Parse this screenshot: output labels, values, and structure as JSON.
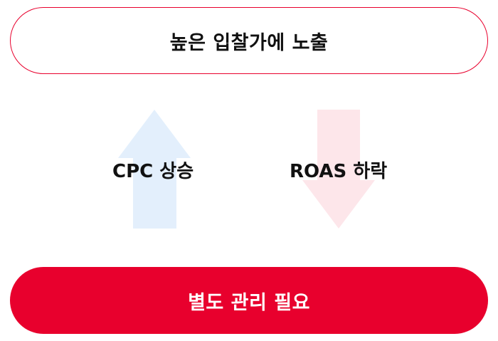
{
  "top_box": {
    "label": "높은 입찰가에 노출"
  },
  "left_indicator": {
    "label": "CPC 상승",
    "direction": "up",
    "arrow_color": "#e3effc"
  },
  "right_indicator": {
    "label": "ROAS 하락",
    "direction": "down",
    "arrow_color": "#fde6ea"
  },
  "bottom_box": {
    "label": "별도 관리 필요"
  },
  "colors": {
    "accent": "#e8002d",
    "text": "#111111",
    "background": "#ffffff"
  }
}
